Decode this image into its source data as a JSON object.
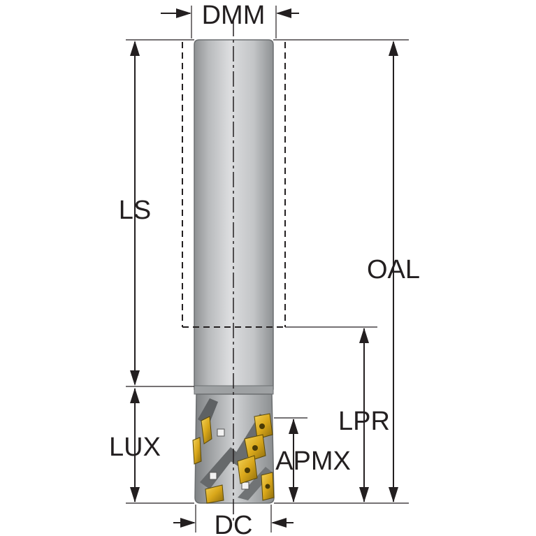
{
  "labels": {
    "dmm": "DMM",
    "ls": "LS",
    "oal": "OAL",
    "lpr": "LPR",
    "lux": "LUX",
    "apmx": "APMX",
    "dc": "DC"
  },
  "colors": {
    "line": "#231f20",
    "shank_light": "#d9dadb",
    "shank_mid": "#b8babc",
    "shank_dark": "#8e9193",
    "insert_gold": "#e0b020",
    "insert_dark": "#6e5a10"
  }
}
